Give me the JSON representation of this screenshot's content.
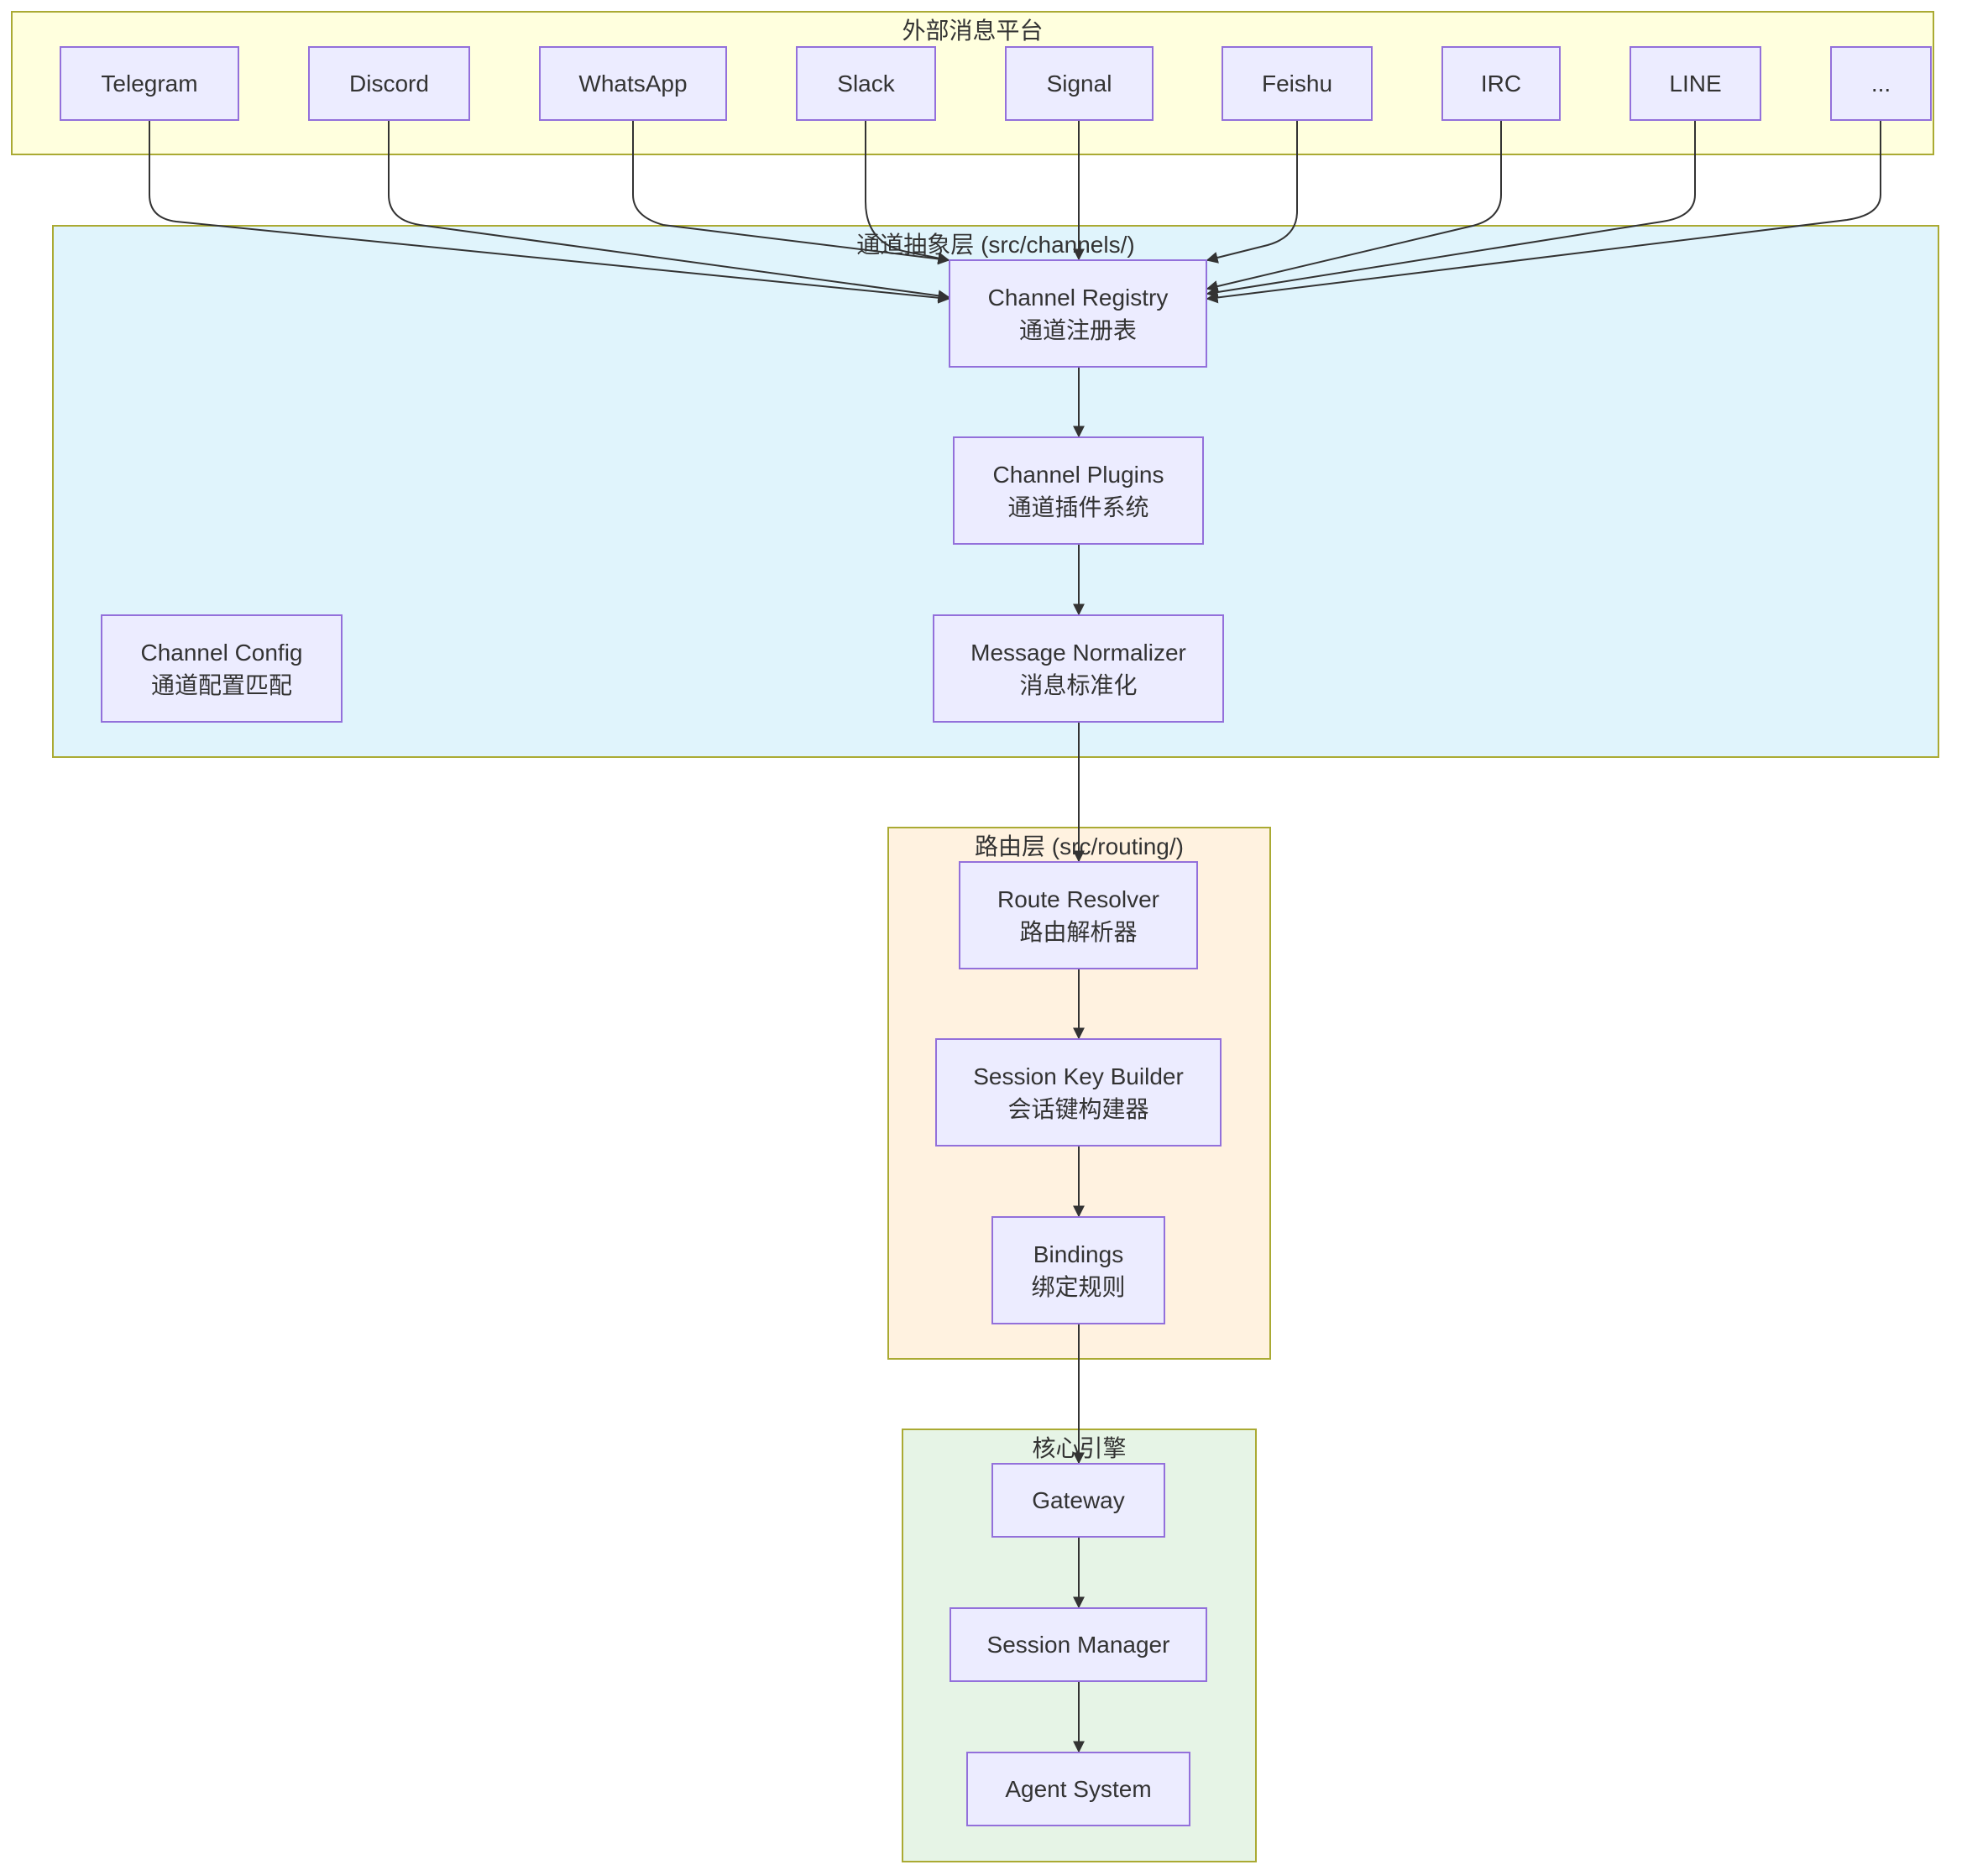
{
  "colors": {
    "node_fill": "#ececff",
    "node_border": "#9370db",
    "cluster_border": "#aaaa33",
    "edge": "#333333",
    "platforms_bg": "#ffffde",
    "channels_bg": "#e0f4fc",
    "routing_bg": "#fff2e0",
    "core_bg": "#e6f4e6"
  },
  "clusters": {
    "platforms": {
      "title": "外部消息平台"
    },
    "channels": {
      "title": "通道抽象层 (src/channels/)"
    },
    "routing": {
      "title": "路由层 (src/routing/)"
    },
    "core": {
      "title": "核心引擎"
    }
  },
  "nodes": {
    "telegram": {
      "label": "Telegram"
    },
    "discord": {
      "label": "Discord"
    },
    "whatsapp": {
      "label": "WhatsApp"
    },
    "slack": {
      "label": "Slack"
    },
    "signal": {
      "label": "Signal"
    },
    "feishu": {
      "label": "Feishu"
    },
    "irc": {
      "label": "IRC"
    },
    "line": {
      "label": "LINE"
    },
    "more": {
      "label": "..."
    },
    "channel_registry": {
      "label": "Channel Registry",
      "sublabel": "通道注册表"
    },
    "channel_plugins": {
      "label": "Channel Plugins",
      "sublabel": "通道插件系统"
    },
    "channel_config": {
      "label": "Channel Config",
      "sublabel": "通道配置匹配"
    },
    "message_normalizer": {
      "label": "Message Normalizer",
      "sublabel": "消息标准化"
    },
    "route_resolver": {
      "label": "Route Resolver",
      "sublabel": "路由解析器"
    },
    "session_key_builder": {
      "label": "Session Key Builder",
      "sublabel": "会话键构建器"
    },
    "bindings": {
      "label": "Bindings",
      "sublabel": "绑定规则"
    },
    "gateway": {
      "label": "Gateway"
    },
    "session_manager": {
      "label": "Session Manager"
    },
    "agent_system": {
      "label": "Agent System"
    }
  },
  "edges": [
    {
      "from": "telegram",
      "to": "channel_registry"
    },
    {
      "from": "discord",
      "to": "channel_registry"
    },
    {
      "from": "whatsapp",
      "to": "channel_registry"
    },
    {
      "from": "slack",
      "to": "channel_registry"
    },
    {
      "from": "signal",
      "to": "channel_registry"
    },
    {
      "from": "feishu",
      "to": "channel_registry"
    },
    {
      "from": "irc",
      "to": "channel_registry"
    },
    {
      "from": "line",
      "to": "channel_registry"
    },
    {
      "from": "more",
      "to": "channel_registry"
    },
    {
      "from": "channel_registry",
      "to": "channel_plugins"
    },
    {
      "from": "channel_plugins",
      "to": "message_normalizer"
    },
    {
      "from": "message_normalizer",
      "to": "route_resolver"
    },
    {
      "from": "route_resolver",
      "to": "session_key_builder"
    },
    {
      "from": "session_key_builder",
      "to": "bindings"
    },
    {
      "from": "bindings",
      "to": "gateway"
    },
    {
      "from": "gateway",
      "to": "session_manager"
    },
    {
      "from": "session_manager",
      "to": "agent_system"
    }
  ]
}
